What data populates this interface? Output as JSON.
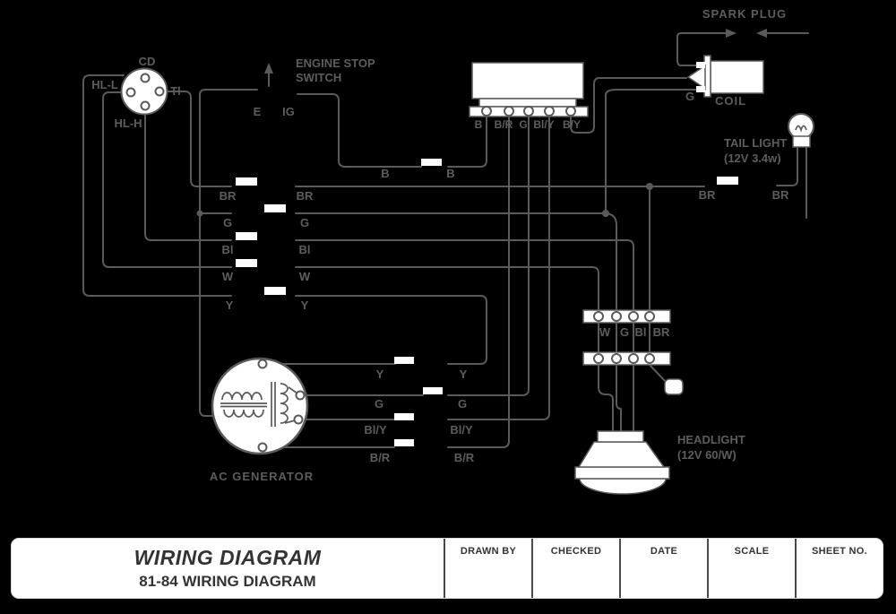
{
  "title_block": {
    "title": "WIRING DIAGRAM",
    "subtitle": "81-84 WIRING DIAGRAM",
    "columns": [
      "DRAWN BY",
      "CHECKED",
      "DATE",
      "SCALE",
      "SHEET NO."
    ]
  },
  "labels": {
    "light_switch": {
      "cd": "CD",
      "hl_l": "HL-L",
      "tl": "Tl",
      "hl_h": "HL-H"
    },
    "engine_stop": {
      "line1": "ENGINE STOP",
      "line2": "SWITCH",
      "e": "E",
      "ig": "IG"
    },
    "spark_plug": "SPARK PLUG",
    "coil": {
      "g": "G",
      "name": "COIL"
    },
    "tail_light": {
      "name": "TAIL LIGHT",
      "spec": "(12V 3.4w)",
      "wire_left": "BR",
      "wire_right": "BR"
    },
    "cdi_terminals": {
      "t1": "B",
      "t2": "B/R",
      "t3": "G",
      "t4": "Bl/Y",
      "t5": "B/Y"
    },
    "b_wire": {
      "left": "B",
      "right": "B"
    },
    "harness": {
      "br_l": "BR",
      "br_r": "BR",
      "g_l": "G",
      "g_r": "G",
      "bl_l": "Bl",
      "bl_r": "Bl",
      "w_l": "W",
      "w_r": "W",
      "y_l": "Y",
      "y_r": "Y"
    },
    "generator": {
      "name": "AC GENERATOR",
      "y_l": "Y",
      "y_r": "Y",
      "g_l": "G",
      "g_r": "G",
      "bly_l": "Bl/Y",
      "bly_r": "Bl/Y",
      "br_l": "B/R",
      "br_r": "B/R"
    },
    "headlight": {
      "name": "HEADLIGHT",
      "spec": "(12V 60/W)",
      "w": "W",
      "g": "G",
      "bl": "Bl",
      "br": "BR"
    }
  },
  "colors": {
    "background": "#000000",
    "wire": "#5a5a5a",
    "label_text": "#5d5d5d",
    "component_fill": "#ffffff",
    "title_text": "#333333"
  }
}
